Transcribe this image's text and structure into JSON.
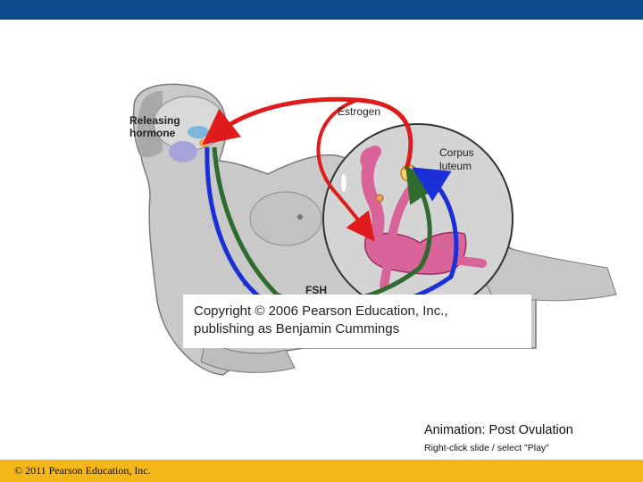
{
  "slide": {
    "footer": "© 2011 Pearson Education, Inc.",
    "animation_title": "Animation: Post Ovulation",
    "animation_instruction": "Right-click slide / select \"Play\""
  },
  "figure": {
    "labels": {
      "releasing_hormone_line1": "Releasing",
      "releasing_hormone_line2": "hormone",
      "estrogen": "Estrogen",
      "corpus_luteum_line1": "Corpus",
      "corpus_luteum_line2": "luteum",
      "fsh": "FSH"
    },
    "copyright_line1": "Copyright © 2006 Pearson Education, Inc.,",
    "copyright_line2": "publishing as Benjamin Cummings"
  },
  "colors": {
    "top_bar": "#0b4a8b",
    "footer_bar": "#f4b719",
    "estrogen_arrow": "#e01b1b",
    "fsh_arrow": "#2f6b2f",
    "lh_arrow": "#1a2fd6",
    "reproductive_organs": "#d8649a",
    "body": "#c8c8c8"
  }
}
